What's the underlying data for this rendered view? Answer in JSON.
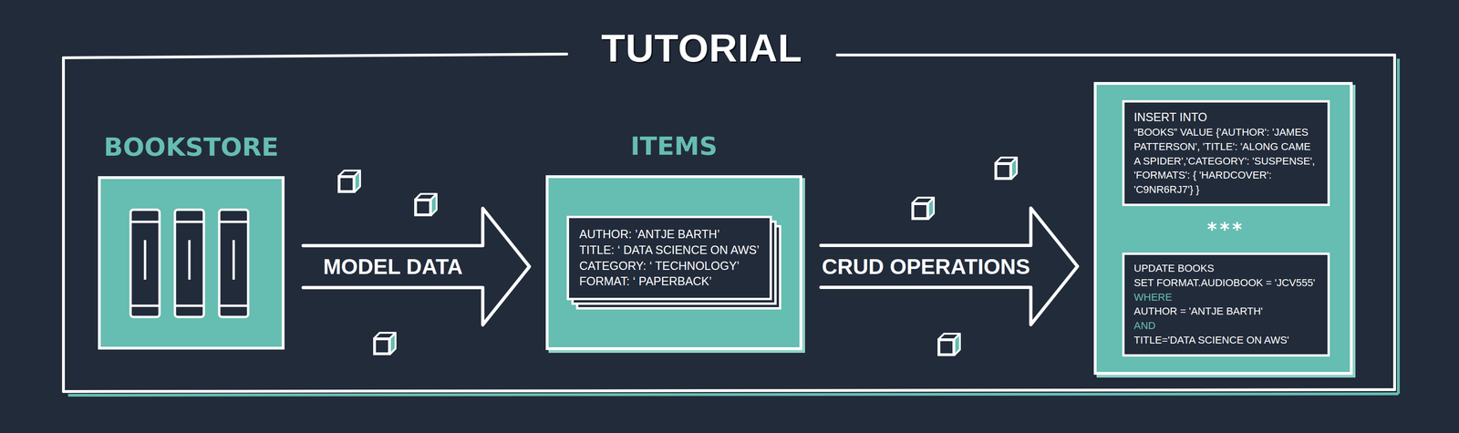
{
  "diagram": {
    "title": "TUTORIAL",
    "nodes": [
      {
        "text": [
          "BOOKSTORE"
        ]
      },
      {
        "text": [
          "ITEMS"
        ]
      },
      {
        "text": [
          "AUTHOR: ’ANTJE BARTH’",
          "TITLE: ‘ DATA SCIENCE ON AWS’",
          "CATEGORY: ‘ TECHNOLOGY’",
          "FORMAT: ‘ PAPERBACK’"
        ],
        "in": 1
      },
      {
        "text": []
      },
      {
        "text": [
          "INSERT INTO",
          "“BOOKS” VALUE {'AUTHOR': 'JAMES PATTERSON', 'TITLE': 'ALONG CAME A SPIDER','CATEGORY': 'SUSPENSE', 'FORMATS': { 'HARDCOVER': 'C9NR6RJ7'} }"
        ],
        "in": 3
      },
      {
        "text": [
          "UPDATE BOOKS",
          "SET FORMAT.AUDIOBOOK = 'JCV555'",
          "WHERE",
          "AUTHOR = 'ANTJE BARTH'",
          "AND",
          "TITLE='DATA SCIENCE ON AWS'"
        ],
        "in": 3
      }
    ],
    "edges": [
      {
        "from": 0,
        "to": 1,
        "label": "MODEL DATA",
        "arrow": "to"
      },
      {
        "from": 1,
        "to": 3,
        "label": "CRUD OPERATIONS",
        "arrow": "to"
      }
    ],
    "labels": [
      "***"
    ]
  }
}
